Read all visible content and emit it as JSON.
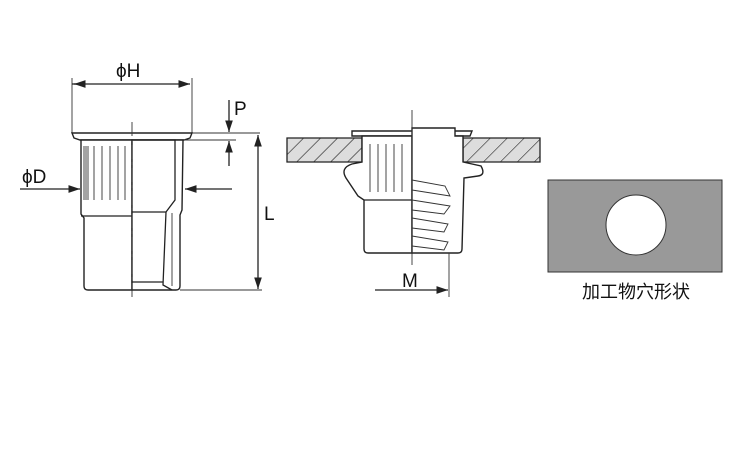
{
  "labels": {
    "flange_diameter": "ϕH",
    "flange_thickness": "P",
    "length": "L",
    "body_diameter": "ϕD",
    "thread": "M",
    "hole_shape_caption": "加工物穴形状"
  },
  "colors": {
    "line": "#222222",
    "plate_fill": "#999999",
    "hatch_fill": "#cccccc"
  }
}
